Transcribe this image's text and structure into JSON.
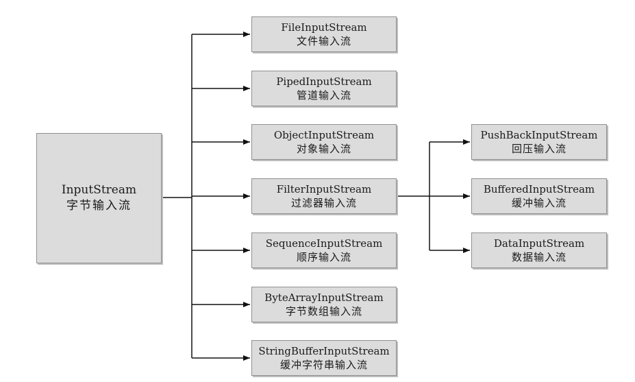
{
  "diagram": {
    "root": {
      "name": "InputStream",
      "cn": "字节输入流"
    },
    "children": [
      {
        "name": "FileInputStream",
        "cn": "文件输入流"
      },
      {
        "name": "PipedInputStream",
        "cn": "管道输入流"
      },
      {
        "name": "ObjectInputStream",
        "cn": "对象输入流"
      },
      {
        "name": "FilterInputStream",
        "cn": "过滤器输入流"
      },
      {
        "name": "SequenceInputStream",
        "cn": "顺序输入流"
      },
      {
        "name": "ByteArrayInputStream",
        "cn": "字节数组输入流"
      },
      {
        "name": "StringBufferInputStream",
        "cn": "缓冲字符串输入流"
      }
    ],
    "filter_children": [
      {
        "name": "PushBackInputStream",
        "cn": "回压输入流"
      },
      {
        "name": "BufferedInputStream",
        "cn": "缓冲输入流"
      },
      {
        "name": "DataInputStream",
        "cn": "数据输入流"
      }
    ],
    "colors": {
      "box_fill": "#dcdcdc",
      "box_border": "#8f8f8f",
      "line": "#111111",
      "text": "#1a1a1a"
    }
  }
}
